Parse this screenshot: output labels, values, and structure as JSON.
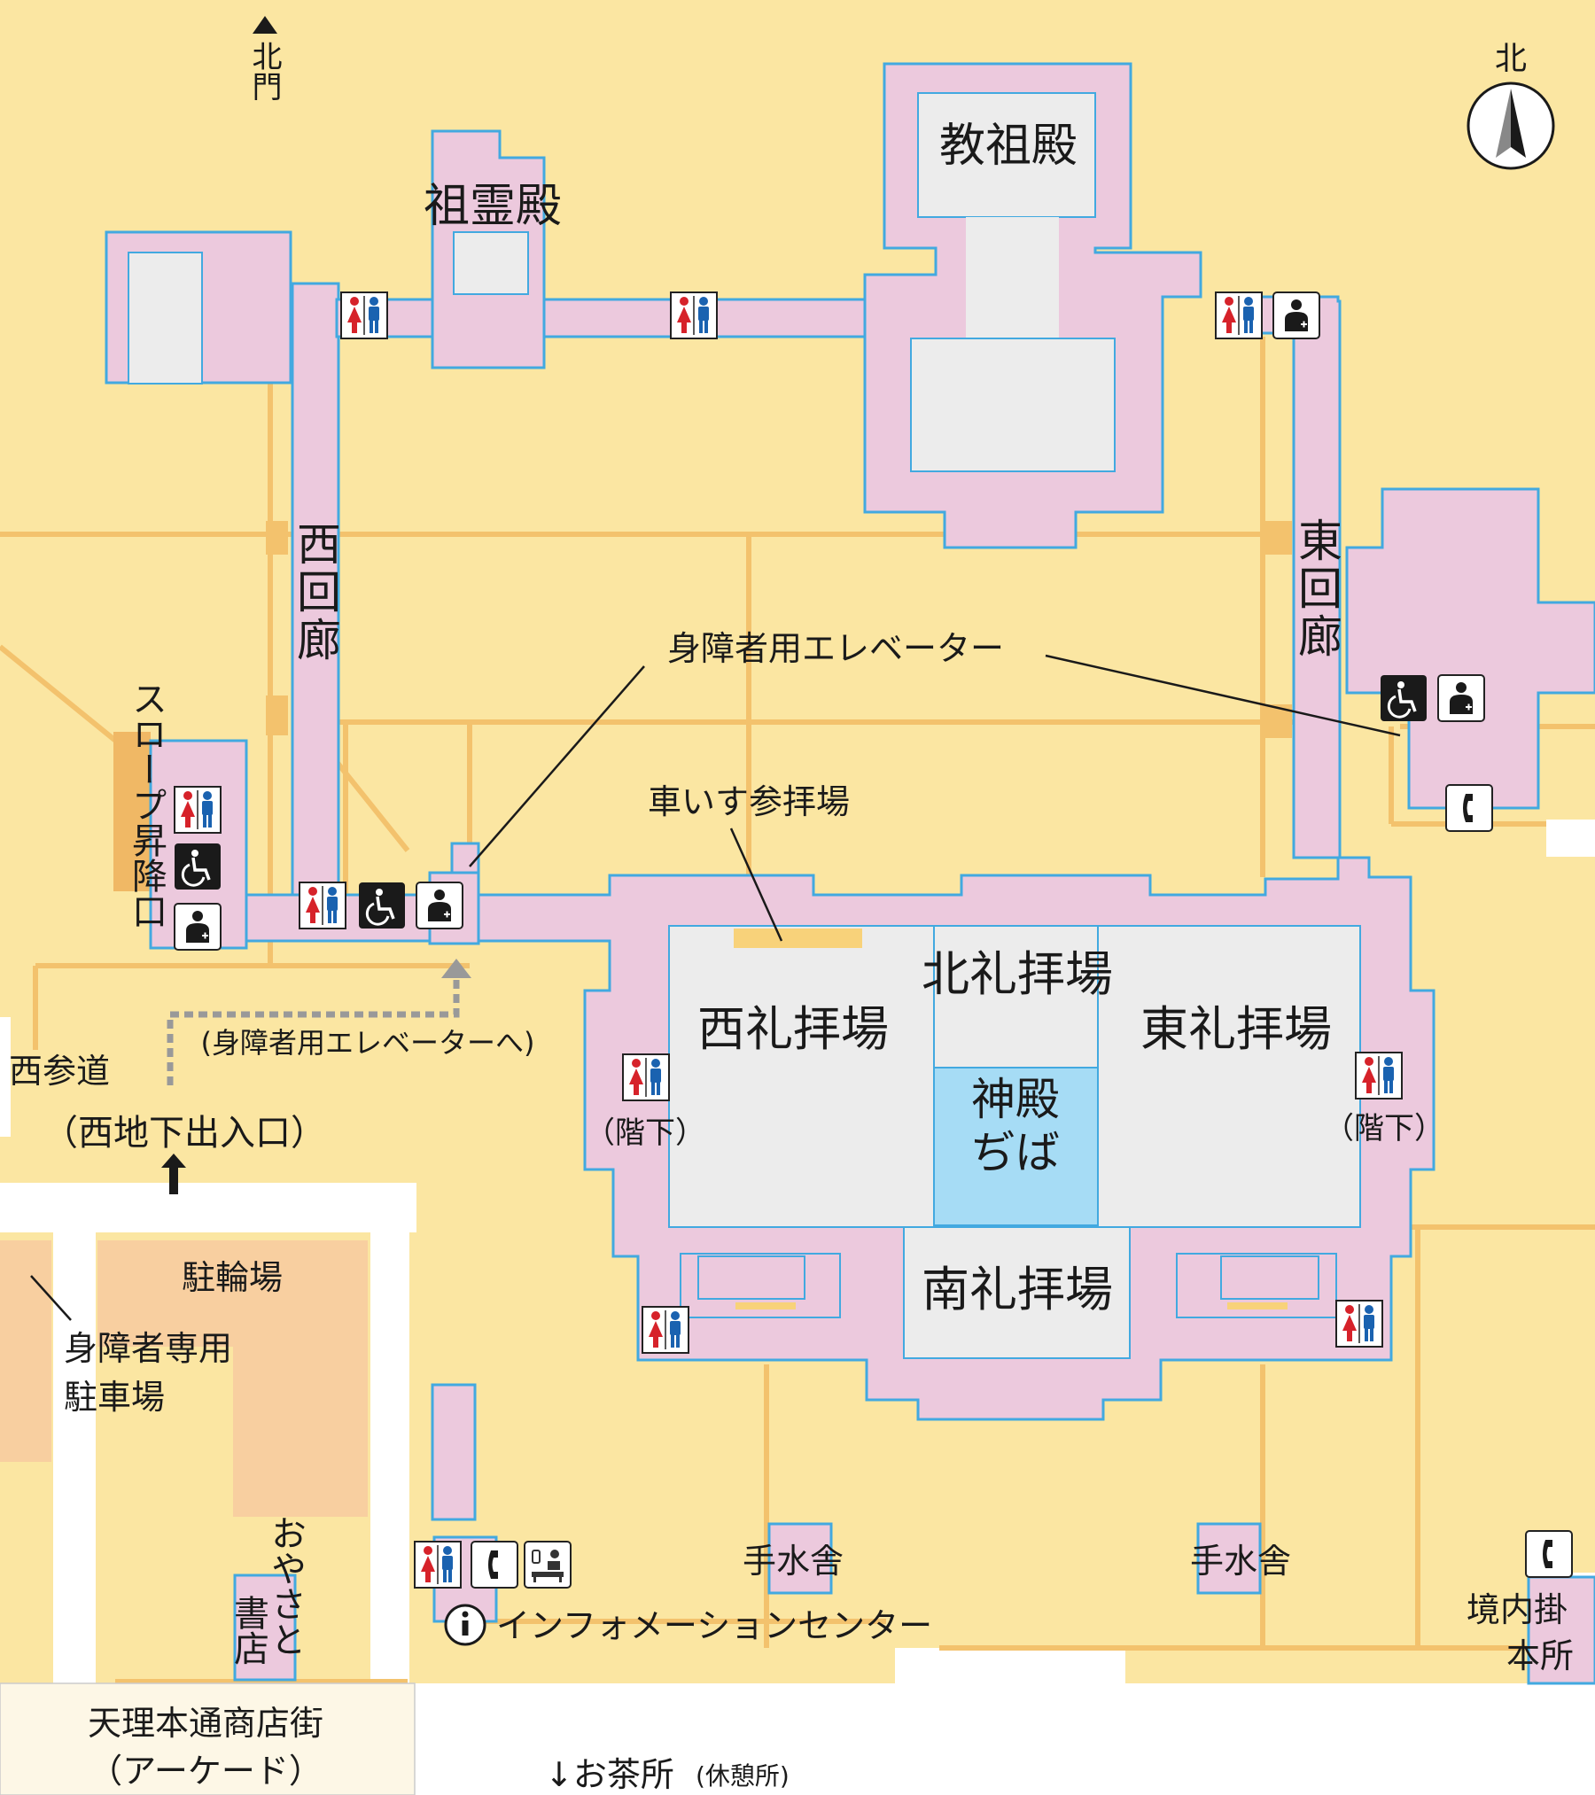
{
  "map": {
    "north_gate": "北門",
    "compass": "北",
    "buildings": {
      "kyosoden": "教祖殿",
      "soreiden": "祖霊殿",
      "west_corridor": "西回廊",
      "east_corridor": "東回廊",
      "north_hall": "北礼拝場",
      "west_hall": "西礼拝場",
      "east_hall": "東礼拝場",
      "south_hall": "南礼拝場",
      "shinden": "神殿",
      "jiba": "ぢば"
    },
    "labels": {
      "elevator": "身障者用エレベーター",
      "wheelchair_area": "車いす参拝場",
      "slope": "スロープ昇降口",
      "to_elevator": "(身障者用エレベーターへ)",
      "west_approach": "西参道",
      "west_underground": "（西地下出入口）",
      "bicycle_parking": "駐輪場",
      "disabled_parking_1": "身障者専用",
      "disabled_parking_2": "駐車場",
      "oyasato_bookstore_1": "おやさと",
      "oyasato_bookstore_2": "書店",
      "arcade_1": "天理本通商店街",
      "arcade_2": "（アーケード）",
      "tea_house": "↓お茶所",
      "rest_area": "(休憩所)",
      "temizuya_west": "手水舎",
      "temizuya_east": "手水舎",
      "info_center": "インフォメーションセンター",
      "keidai_office_1": "境内掛",
      "keidai_office_2": "本所",
      "downstairs_west": "（階下）",
      "downstairs_east": "（階下）"
    },
    "colors": {
      "ground": "#fbe6a2",
      "path": "#f3c26d",
      "building": "#ecc9dd",
      "outline": "#42a9e0",
      "hall": "#ececec",
      "jiba": "#a6dcf5",
      "parking": "#f8cfa0"
    },
    "icons": [
      "restroom-icon",
      "wheelchair-icon",
      "nursing-icon",
      "phone-icon",
      "baby-care-icon",
      "info-icon"
    ]
  }
}
